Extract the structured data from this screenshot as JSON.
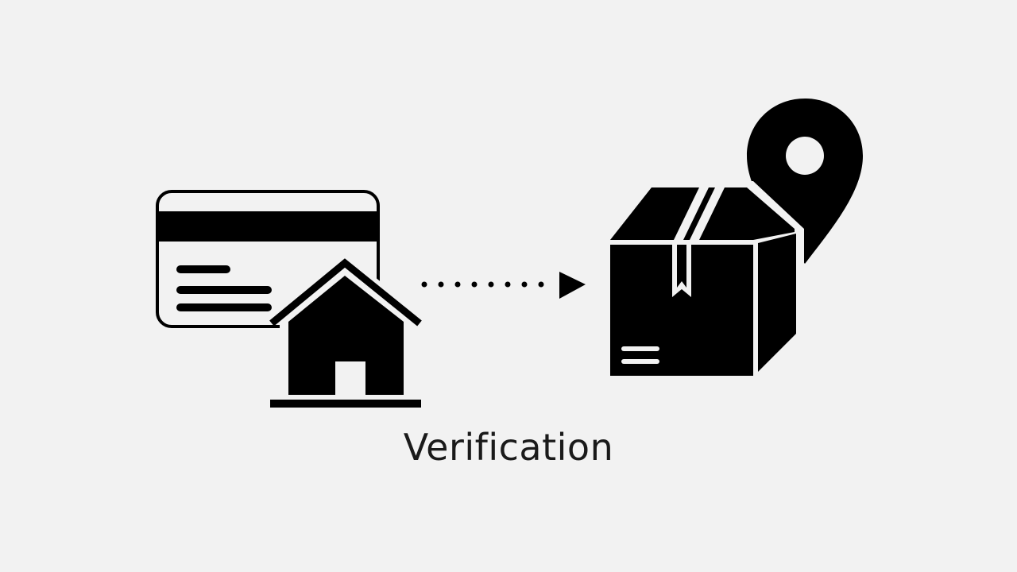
{
  "diagram": {
    "caption": "Verification",
    "nodes": [
      {
        "id": "billing-address",
        "icon": "card-with-house-icon"
      },
      {
        "id": "shipping-destination",
        "icon": "package-with-location-pin-icon"
      }
    ],
    "edges": [
      {
        "from": "billing-address",
        "to": "shipping-destination",
        "style": "dotted-arrow"
      }
    ]
  },
  "colors": {
    "background": "#f2f2f2",
    "ink": "#000000",
    "text": "#1a1a1a"
  }
}
